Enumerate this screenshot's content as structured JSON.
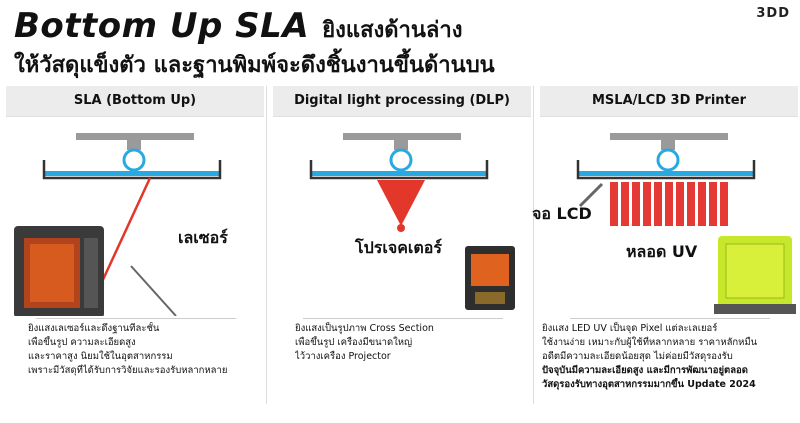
{
  "header": {
    "title_en": "Bottom Up SLA",
    "title_th_1": "ยิงแสงด้านล่าง",
    "title_th_2": "ให้วัสดุแข็งตัว และฐานพิมพ์จะดึงชิ้นงานขึ้นด้านบน",
    "logo": "3DD"
  },
  "panels": [
    {
      "title": "SLA (Bottom Up)",
      "label": "เลเซอร์",
      "desc": [
        "ยิงแสงเลเซอร์และดึงฐานทีละชั้น",
        "เพื่อขึ้นรูป ความละเอียดสูง",
        "และราคาสูง นิยมใช้ในอุตสาหกรรม",
        "เพราะมีวัสดุที่ได้รับการวิจัยและรองรับหลากหลาย"
      ]
    },
    {
      "title": "Digital light processing (DLP)",
      "label": "โปรเจคเตอร์",
      "desc": [
        "ยิงแสงเป็นรูปภาพ Cross Section",
        "เพื่อขึ้นรูป เครื่องมีขนาดใหญ่",
        "ไว้วางเครื่อง Projector"
      ]
    },
    {
      "title": "MSLA/LCD 3D Printer",
      "label_lcd": "จอ LCD",
      "label_uv": "หลอด UV",
      "desc": [
        "ยิงแสง LED UV เป็นจุด Pixel แต่ละเลเยอร์",
        "ใช้งานง่าย เหมาะกับผู้ใช้ที่หลากหลาย ราคาหลักหมื่น",
        "อดีตมีความละเอียดน้อยสุด ไม่ค่อยมีวัสดุรองรับ",
        "ปัจจุบันมีความละเอียดสูง และมีการพัฒนาอยู่ตลอด",
        "วัสดุรองรับทางอุตสาหกรรมมากขึ้น Update 2024"
      ]
    }
  ],
  "colors": {
    "panel_header": "#ececec",
    "build_plate": "#9a9a9a",
    "resin": "#29a9e1",
    "laser": "#e2372a",
    "uv_led": "#e53935"
  }
}
